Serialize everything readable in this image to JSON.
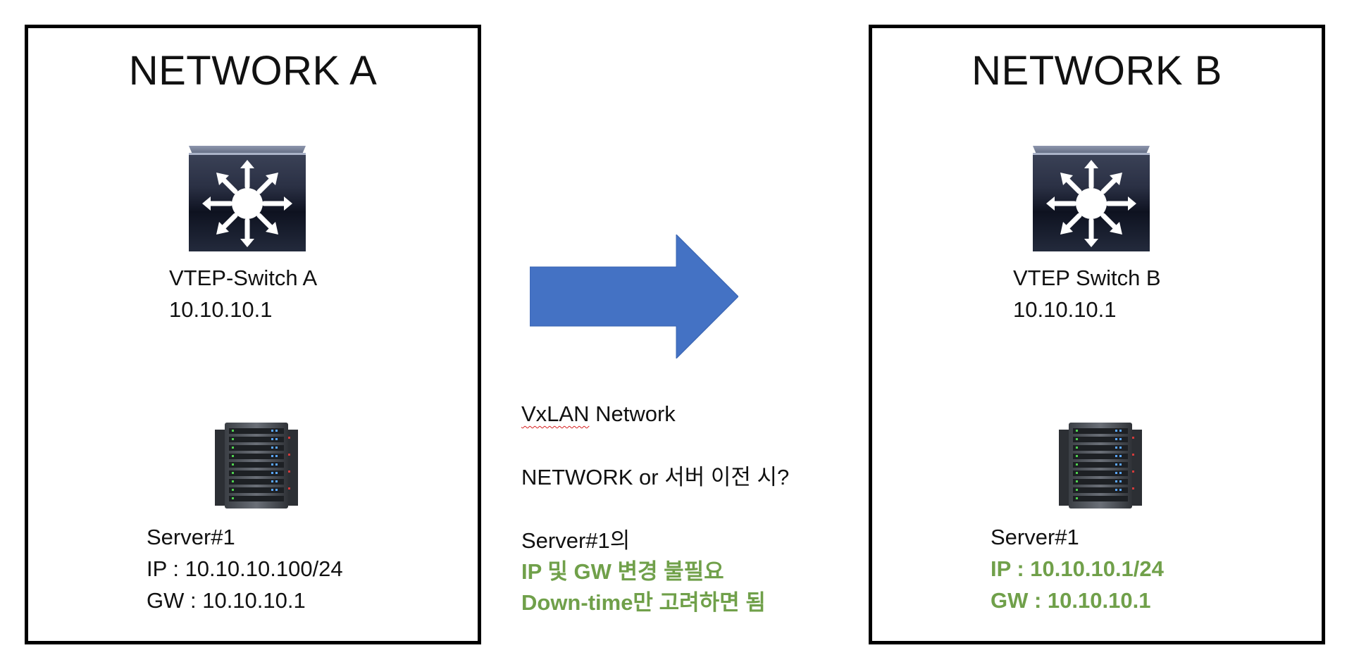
{
  "network_a": {
    "title": "NETWORK A",
    "switch_name": "VTEP-Switch A",
    "switch_ip": "10.10.10.1",
    "server_name": "Server#1",
    "server_ip": "IP : 10.10.10.100/24",
    "server_gw": "GW : 10.10.10.1"
  },
  "network_b": {
    "title": "NETWORK B",
    "switch_name": "VTEP Switch B",
    "switch_ip": "10.10.10.1",
    "server_name": "Server#1",
    "server_ip": "IP : 10.10.10.1/24",
    "server_gw": "GW : 10.10.10.1"
  },
  "middle": {
    "vxlan_word": "VxLAN",
    "network_word": " Network",
    "question": "NETWORK or 서버 이전 시?",
    "server_note": "Server#1의",
    "note_line1": "IP 및 GW 변경 불필요",
    "note_line2": "Down-time만 고려하면 됨"
  },
  "colors": {
    "arrow": "#4472c4",
    "highlight_text": "#70a04a",
    "border": "#000000"
  },
  "icons": {
    "switch": "layer3-switch-icon",
    "server": "server-rack-icon",
    "arrow": "right-arrow-icon"
  }
}
